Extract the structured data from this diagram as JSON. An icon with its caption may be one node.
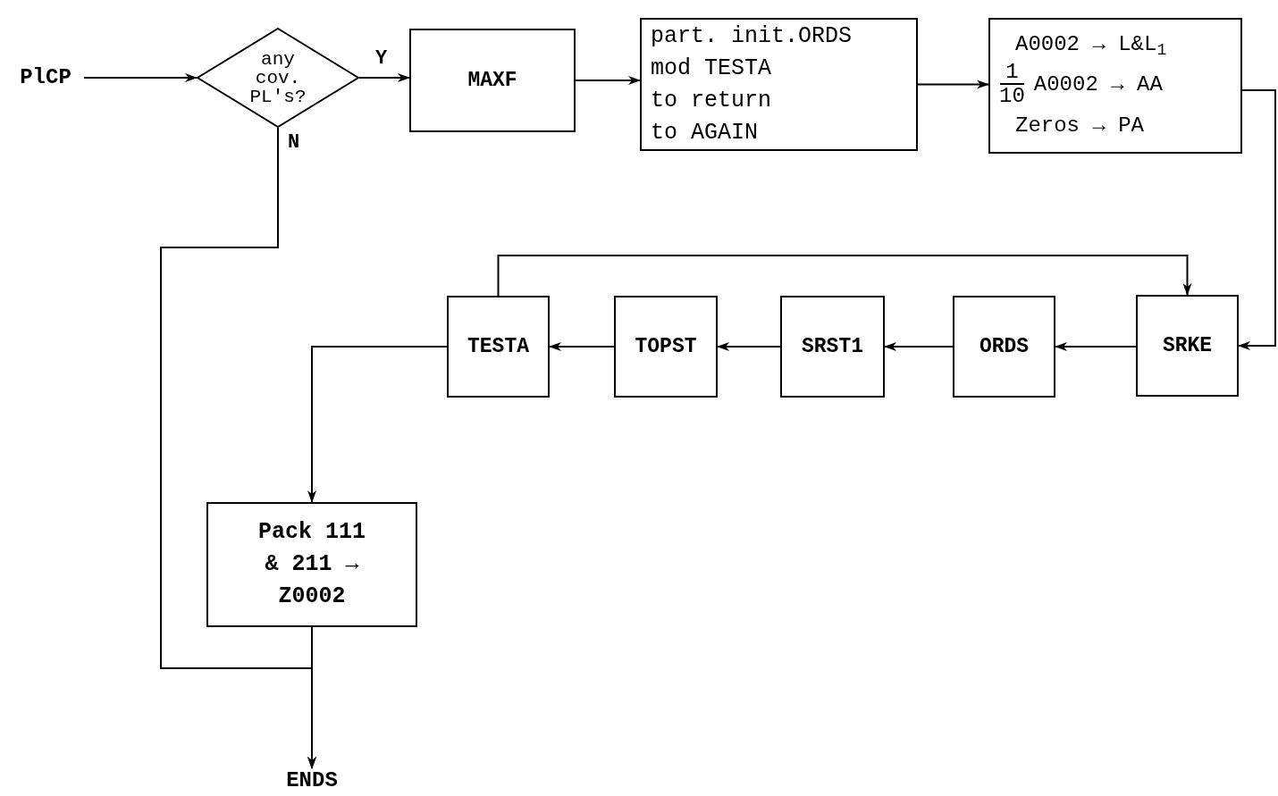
{
  "diagram": {
    "nodes": [
      {
        "text": [
          "PlCP"
        ]
      },
      {
        "text": [
          "any cov. PL's?"
        ]
      },
      {
        "text": [
          "MAXF"
        ]
      },
      {
        "text": [
          "part. init.ORDS",
          "mod TESTA",
          "to return",
          "to AGAIN"
        ]
      },
      {
        "text": [
          "A0002 → L&L$_{1}$",
          "1",
          "10",
          "A0002 → AA",
          "Zeros → PA"
        ]
      },
      {
        "text": [
          "SRKE"
        ]
      },
      {
        "text": [
          "ORDS"
        ]
      },
      {
        "text": [
          "SRST1"
        ]
      },
      {
        "text": [
          "TOPST"
        ]
      },
      {
        "text": [
          "TESTA"
        ]
      },
      {
        "text": [
          "Pack 111 & 211 → Z0002"
        ]
      },
      {
        "text": [
          "ENDS"
        ]
      }
    ],
    "edges": [
      {
        "from": 0,
        "to": 1,
        "arrow": "to"
      },
      {
        "from": 1,
        "to": 2,
        "arrow": "to",
        "label": "Y"
      },
      {
        "from": 2,
        "to": 3,
        "arrow": "to"
      },
      {
        "from": 3,
        "to": 4,
        "arrow": "to"
      },
      {
        "from": 4,
        "to": 5,
        "arrow": "to"
      },
      {
        "from": 5,
        "to": 6,
        "arrow": "to"
      },
      {
        "from": 6,
        "to": 7,
        "arrow": "to"
      },
      {
        "from": 7,
        "to": 8,
        "arrow": "to"
      },
      {
        "from": 8,
        "to": 9,
        "arrow": "to"
      },
      {
        "from": 9,
        "to": 5,
        "arrow": "to"
      },
      {
        "from": 9,
        "to": 10,
        "arrow": "to"
      },
      {
        "from": 10,
        "to": 11,
        "arrow": "to"
      },
      {
        "from": 1,
        "to": 11,
        "arrow": "to",
        "label": "N"
      }
    ]
  }
}
